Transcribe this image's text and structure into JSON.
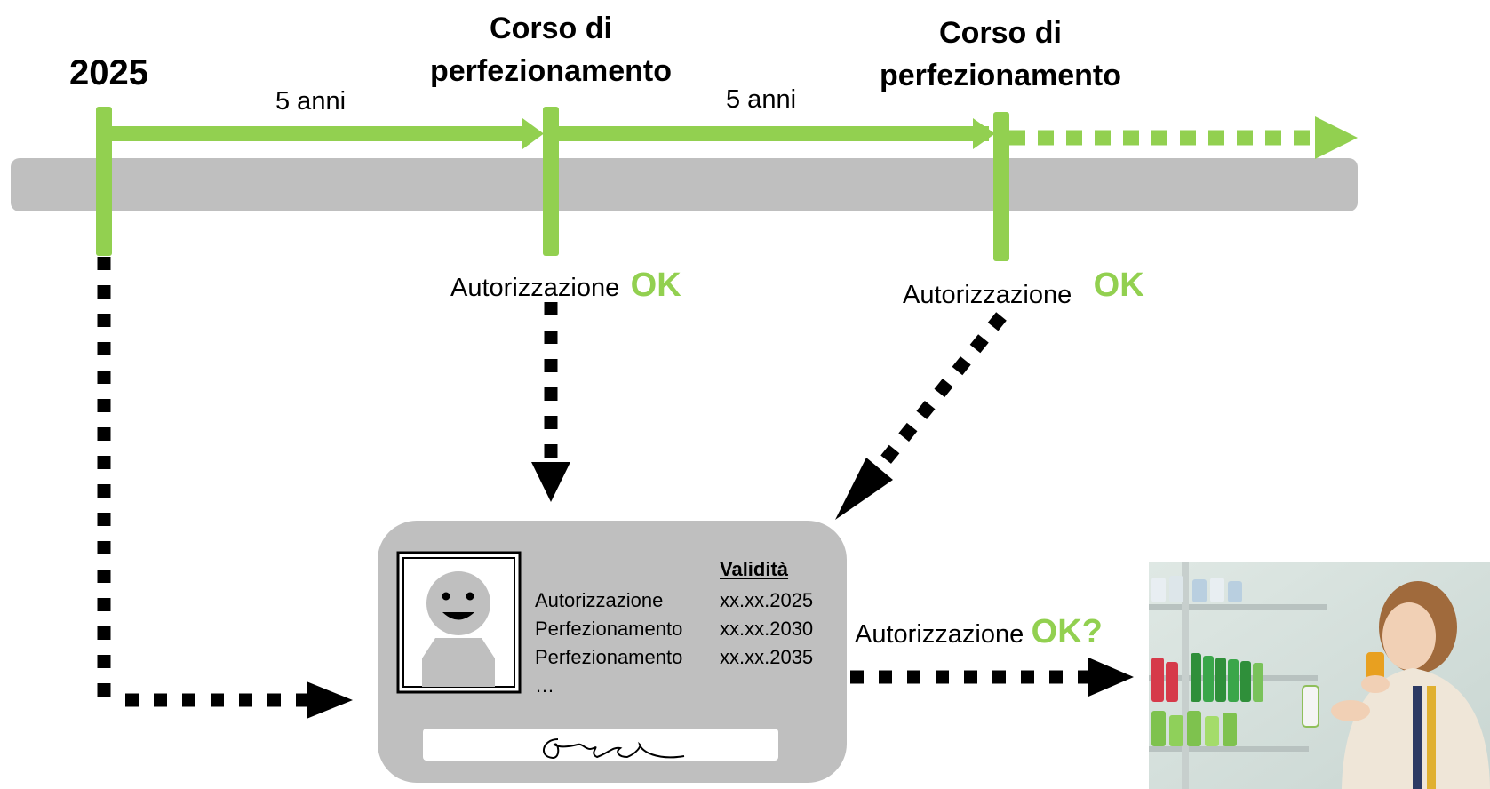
{
  "timeline": {
    "start_year": "2025",
    "interval_1": "5 anni",
    "interval_2": "5 anni",
    "milestone_1": {
      "line1": "Corso di",
      "line2": "perfezionamento"
    },
    "milestone_2": {
      "line1": "Corso di",
      "line2": "perfezionamento"
    }
  },
  "statuses": [
    {
      "label": "Autorizzazione",
      "badge": "OK"
    },
    {
      "label": "Autorizzazione",
      "badge": "OK"
    },
    {
      "label": "Autorizzazione",
      "badge": "OK?"
    }
  ],
  "card": {
    "validity_header": "Validità",
    "rows": [
      {
        "name": "Autorizzazione",
        "date": "xx.xx.2025"
      },
      {
        "name": "Perfezionamento",
        "date": "xx.xx.2030"
      },
      {
        "name": "Perfezionamento",
        "date": "xx.xx.2035"
      },
      {
        "name": "…",
        "date": ""
      }
    ]
  },
  "colors": {
    "green": "#92d050",
    "gray_bar": "#bfbfbf",
    "card": "#bfbfbf",
    "black": "#000000"
  },
  "icons": [
    "id-photo-icon",
    "signature-icon",
    "shopper-photo"
  ]
}
